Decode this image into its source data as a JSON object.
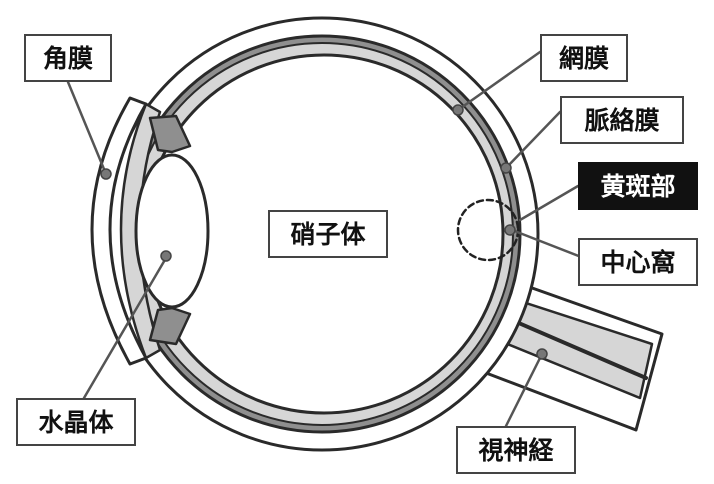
{
  "colors": {
    "outline": "#2a2a2a",
    "sclera": "#ffffff",
    "choroid": "#8f8f8f",
    "retina": "#d6d6d6",
    "label_border": "#444444",
    "highlight_bg": "#111111",
    "highlight_text": "#ffffff"
  },
  "labels": {
    "cornea": "角膜",
    "lens": "水晶体",
    "vitreous": "硝子体",
    "retina": "網膜",
    "choroid": "脈絡膜",
    "macula": "黄斑部",
    "fovea": "中心窩",
    "optic_nerve": "視神経"
  }
}
